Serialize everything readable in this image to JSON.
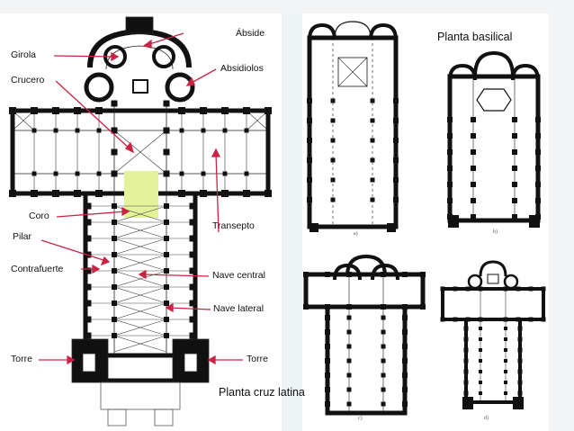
{
  "labels": {
    "abside": "Ábside",
    "girola": "Girola",
    "absidiolos": "Absidiolos",
    "crucero": "Crucero",
    "coro": "Coro",
    "transepto": "Transepto",
    "pilar": "Pilar",
    "contrafuerte": "Contrafuerte",
    "nave_central": "Nave central",
    "nave_lateral": "Nave lateral",
    "torre_left": "Torre",
    "torre_right": "Torre"
  },
  "captions": {
    "basilical": "Planta basilical",
    "cruz_latina": "Planta cruz latina"
  },
  "figure_letters": {
    "a": "a)",
    "b": "b)",
    "c": "c)",
    "d": "d)"
  },
  "colors": {
    "wall": "#111111",
    "coro_highlight": "#e4f39a",
    "arrow": "#cc2244",
    "strip": "#eef3f6"
  }
}
